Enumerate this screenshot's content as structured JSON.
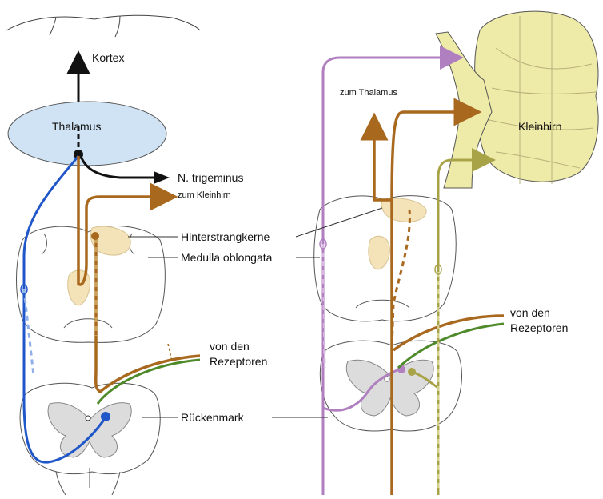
{
  "labels": {
    "kortex": "Kortex",
    "thalamus": "Thalamus",
    "n_trigeminus": "N. trigeminus",
    "zum_kleinhirn": "zum Kleinhirn",
    "hinterstrangkerne": "Hinterstrangkerne",
    "medulla_oblongata": "Medulla oblongata",
    "von_den_rezeptoren_left_line1": "von den",
    "von_den_rezeptoren_left_line2": "Rezeptoren",
    "rueckenmark": "Rückenmark",
    "zum_thalamus": "zum Thalamus",
    "kleinhirn": "Kleinhirn",
    "von_den_rezeptoren_right_line1": "von den",
    "von_den_rezeptoren_right_line2": "Rezeptoren"
  },
  "colors": {
    "blue_pathway": "#1f56c8",
    "brown_pathway": "#a8681e",
    "green_pathway": "#4f8a2a",
    "olive_pathway": "#a9a348",
    "violet_pathway": "#b07fc0",
    "nucleus_fill": "#f4e2b8",
    "thalamus_fill": "#cfe3f4",
    "cerebellum_fill": "#eeeaa8",
    "section_grey": "#dcdcdc",
    "outline": "#444444"
  }
}
